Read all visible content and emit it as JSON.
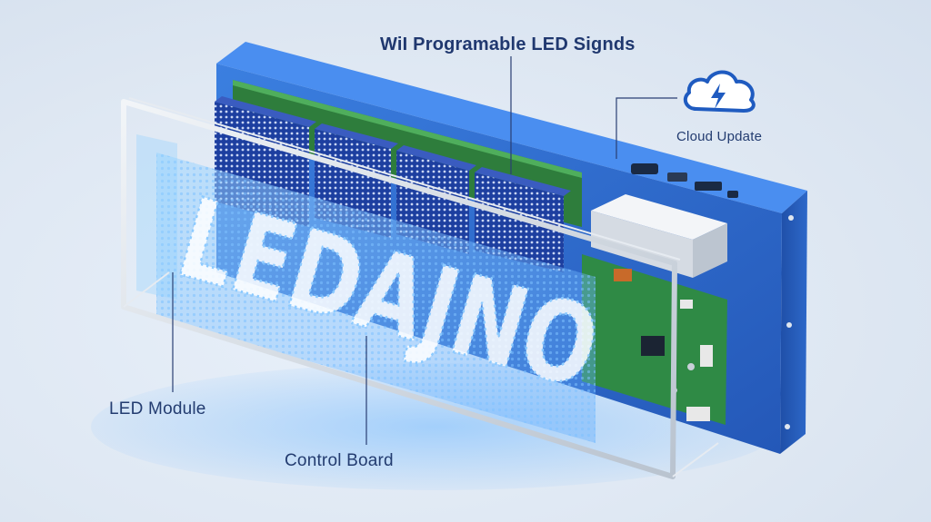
{
  "title": "WiI Programable LED Signds",
  "labels": {
    "cloud_update": "Cloud Update",
    "led_module": "LED Module",
    "control_board": "Control Board"
  },
  "display_text": "LEDAJNO",
  "icons": {
    "cloud": "cloud-lightning-icon"
  },
  "colors": {
    "background": "#e2eaf5",
    "enclosure_blue": "#2f6fd1",
    "pcb_green": "#2e7d3c",
    "led_glow": "#4fa8ff",
    "label_text": "#1f3b78",
    "frame_metal": "#cfd6df"
  }
}
